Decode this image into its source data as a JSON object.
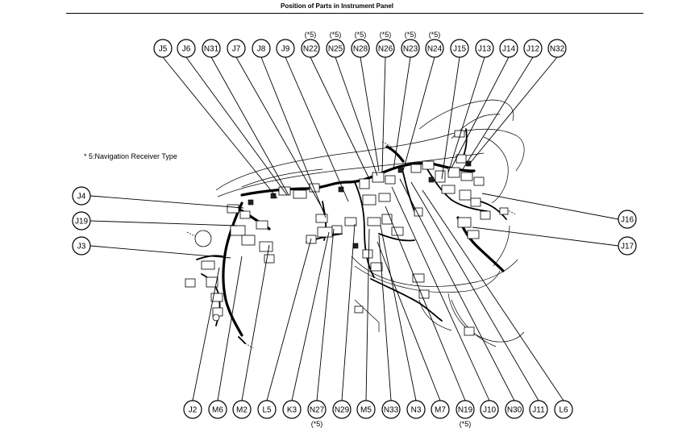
{
  "page": {
    "title": "Position of Parts in Instrument Panel",
    "note": "* 5:Navigation Receiver Type"
  },
  "connectors": {
    "top": [
      {
        "id": "J5",
        "note": ""
      },
      {
        "id": "J6",
        "note": ""
      },
      {
        "id": "N31",
        "note": ""
      },
      {
        "id": "J7",
        "note": ""
      },
      {
        "id": "J8",
        "note": ""
      },
      {
        "id": "J9",
        "note": ""
      },
      {
        "id": "N22",
        "note": "(*5)"
      },
      {
        "id": "N25",
        "note": "(*5)"
      },
      {
        "id": "N28",
        "note": "(*5)"
      },
      {
        "id": "N26",
        "note": "(*5)"
      },
      {
        "id": "N23",
        "note": "(*5)"
      },
      {
        "id": "N24",
        "note": "(*5)"
      },
      {
        "id": "J15",
        "note": ""
      },
      {
        "id": "J13",
        "note": ""
      },
      {
        "id": "J14",
        "note": ""
      },
      {
        "id": "J12",
        "note": ""
      },
      {
        "id": "N32",
        "note": ""
      }
    ],
    "left": [
      {
        "id": "J4",
        "note": ""
      },
      {
        "id": "J19",
        "note": ""
      },
      {
        "id": "J3",
        "note": ""
      }
    ],
    "right": [
      {
        "id": "J16",
        "note": ""
      },
      {
        "id": "J17",
        "note": ""
      }
    ],
    "bottom": [
      {
        "id": "J2",
        "note": ""
      },
      {
        "id": "M6",
        "note": ""
      },
      {
        "id": "M2",
        "note": ""
      },
      {
        "id": "L5",
        "note": ""
      },
      {
        "id": "K3",
        "note": ""
      },
      {
        "id": "N27",
        "note": "(*5)"
      },
      {
        "id": "N29",
        "note": ""
      },
      {
        "id": "M5",
        "note": ""
      },
      {
        "id": "N33",
        "note": ""
      },
      {
        "id": "N3",
        "note": ""
      },
      {
        "id": "M7",
        "note": ""
      },
      {
        "id": "N19",
        "note": "(*5)"
      },
      {
        "id": "J10",
        "note": ""
      },
      {
        "id": "N30",
        "note": ""
      },
      {
        "id": "J11",
        "note": ""
      },
      {
        "id": "L6",
        "note": ""
      }
    ]
  }
}
